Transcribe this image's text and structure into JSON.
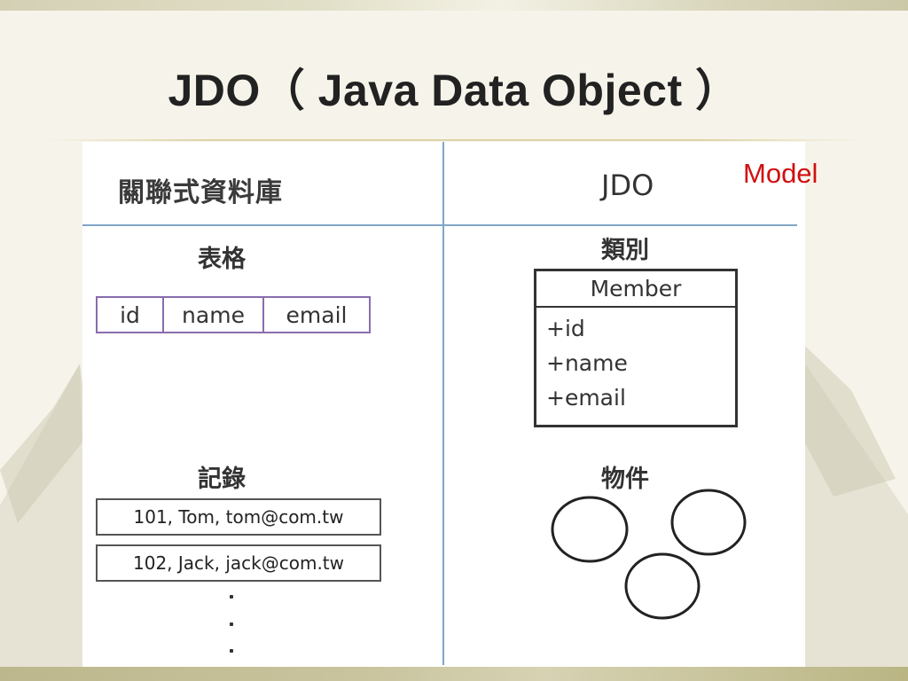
{
  "slide": {
    "title": "JDO（ Java Data Object ）"
  },
  "diagram": {
    "left_header": "關聯式資料庫",
    "right_header": "JDO",
    "note": "Model",
    "left": {
      "table_label": "表格",
      "table_columns": [
        "id",
        "name",
        "email"
      ],
      "records_label": "記錄",
      "records": [
        "101, Tom, tom@com.tw",
        "102, Jack, jack@com.tw"
      ]
    },
    "right": {
      "class_label": "類別",
      "class_name": "Member",
      "attributes": [
        "+id",
        "+name",
        "+email"
      ],
      "objects_label": "物件",
      "object_count": 3
    }
  },
  "colors": {
    "note": "#d01010",
    "table_border": "#8a6cae",
    "divider": "#7fa6c8"
  }
}
